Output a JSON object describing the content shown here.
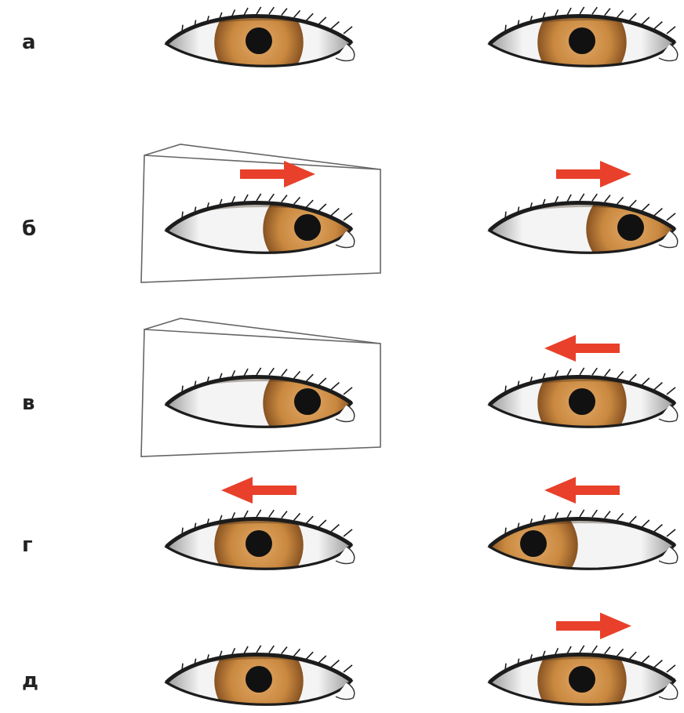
{
  "rows": [
    {
      "label": "а",
      "left": {
        "gaze": "center",
        "arrow": null,
        "cover": false
      },
      "right": {
        "gaze": "center",
        "arrow": null
      }
    },
    {
      "label": "б",
      "left": {
        "gaze": "right",
        "arrow": "right",
        "cover": true
      },
      "right": {
        "gaze": "right",
        "arrow": "right"
      }
    },
    {
      "label": "в",
      "left": {
        "gaze": "right",
        "arrow": null,
        "cover": true
      },
      "right": {
        "gaze": "center",
        "arrow": "left"
      }
    },
    {
      "label": "г",
      "left": {
        "gaze": "center",
        "arrow": "left",
        "cover": false
      },
      "right": {
        "gaze": "left",
        "arrow": "left"
      }
    },
    {
      "label": "д",
      "left": {
        "gaze": "center",
        "arrow": null,
        "cover": false
      },
      "right": {
        "gaze": "center",
        "arrow": "right"
      }
    }
  ],
  "colors": {
    "iris": "#c9883f",
    "iris_dark": "#8a5524",
    "pupil": "#111111",
    "arrow": "#e8402a",
    "outline": "#1c1c1c"
  }
}
